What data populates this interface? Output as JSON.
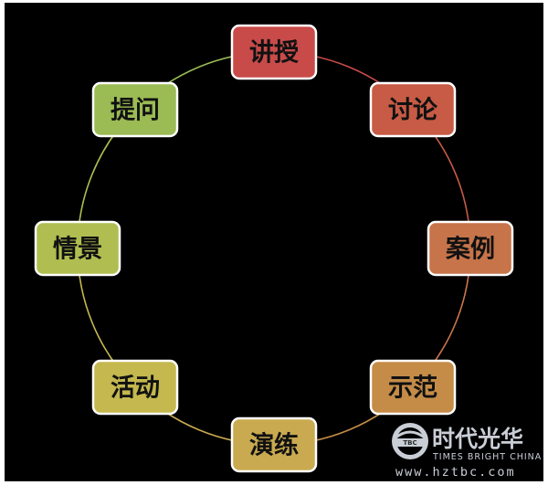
{
  "diagram": {
    "background": "#000000",
    "nodes": [
      {
        "label": "讲授",
        "color": "#c84b4a"
      },
      {
        "label": "讨论",
        "color": "#c75b45"
      },
      {
        "label": "案例",
        "color": "#c7744a"
      },
      {
        "label": "示范",
        "color": "#c58c48"
      },
      {
        "label": "演练",
        "color": "#c9aa50"
      },
      {
        "label": "活动",
        "color": "#c4b84e"
      },
      {
        "label": "情景",
        "color": "#b0bd50"
      },
      {
        "label": "提问",
        "color": "#9bbb54"
      }
    ]
  },
  "watermark": {
    "brand": "时代光华",
    "tagline": "TIMES BRIGHT CHINA",
    "url": "www.hztbc.com",
    "logo_text": "TBC",
    "color": "#c9ced6"
  }
}
